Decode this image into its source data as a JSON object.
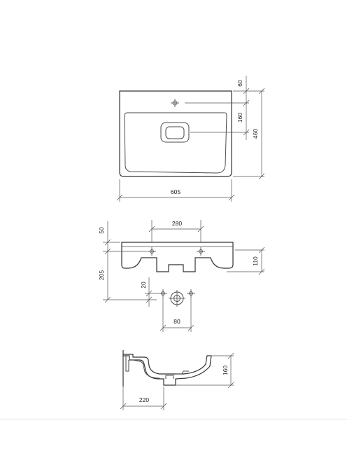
{
  "dimensions": {
    "top_view": {
      "width": "605",
      "depth": "460",
      "tap_to_back": "60",
      "tap_to_waste": "160"
    },
    "front_view": {
      "tap_spacing": "280",
      "tap_height_offset": "50",
      "mount_height": "205",
      "height": "110"
    },
    "wall_view": {
      "hole_offset": "20",
      "hole_spacing": "80"
    },
    "side_view": {
      "height": "160",
      "depth": "220"
    }
  }
}
